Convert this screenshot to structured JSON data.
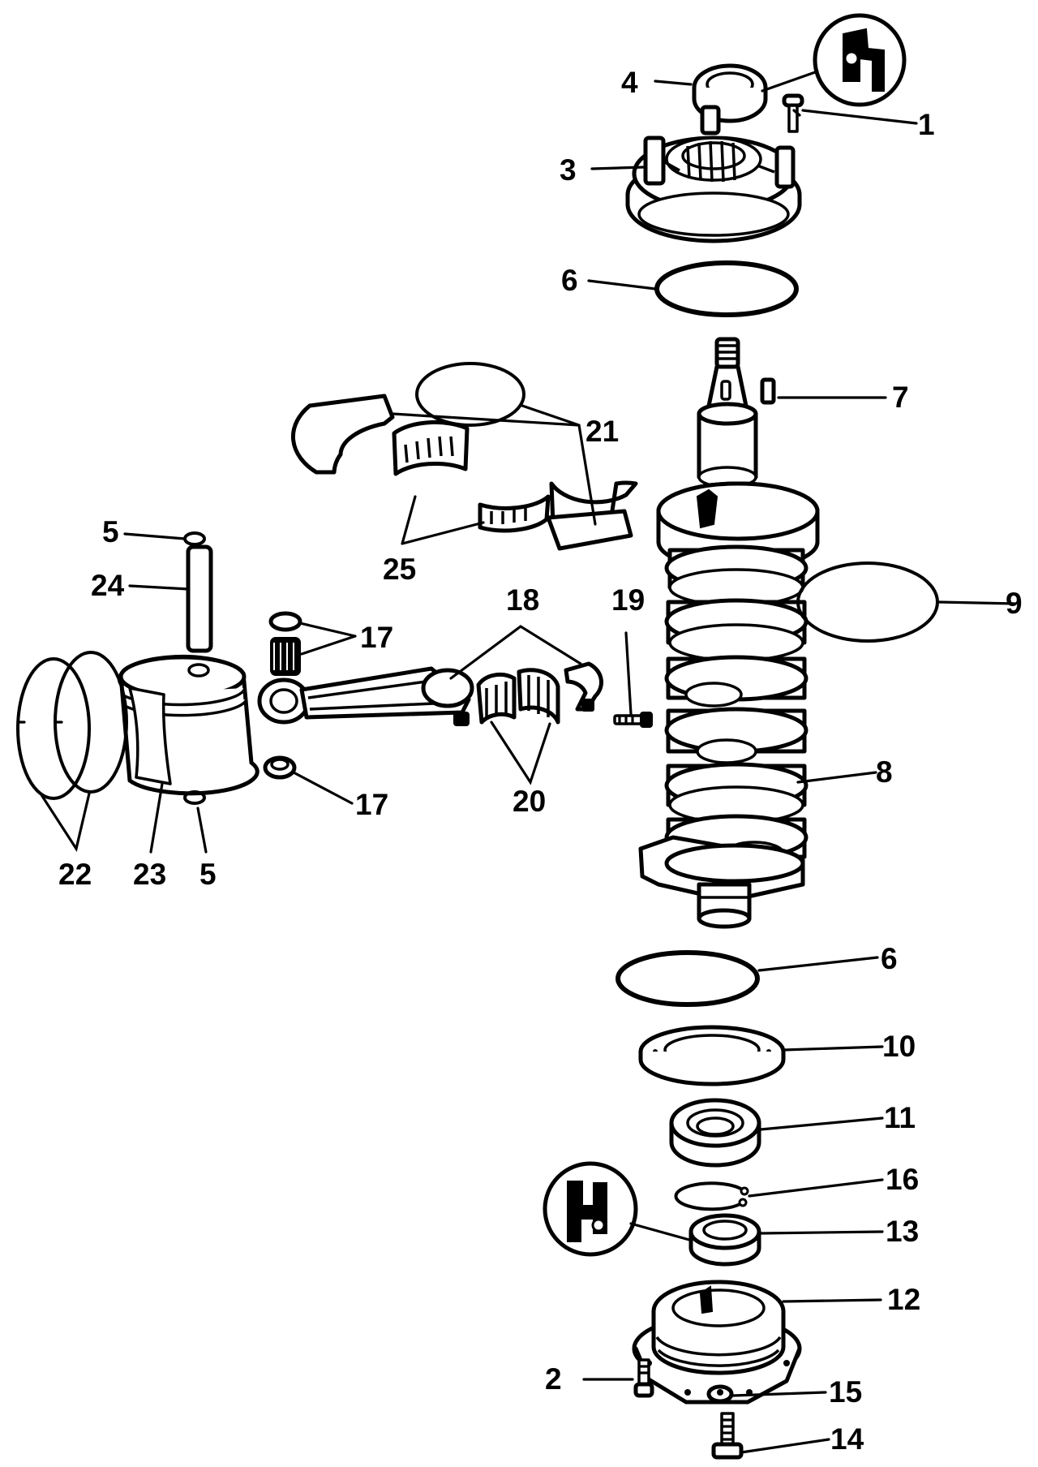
{
  "callouts": {
    "c1": "1",
    "c2": "2",
    "c3": "3",
    "c4": "4",
    "c5a": "5",
    "c5b": "5",
    "c6a": "6",
    "c6b": "6",
    "c7": "7",
    "c8": "8",
    "c9": "9",
    "c10": "10",
    "c11": "11",
    "c12": "12",
    "c13": "13",
    "c14": "14",
    "c15": "15",
    "c16": "16",
    "c17a": "17",
    "c17b": "17",
    "c18": "18",
    "c19": "19",
    "c20": "20",
    "c21": "21",
    "c22": "22",
    "c23": "23",
    "c24": "24",
    "c25": "25"
  },
  "icons": {
    "sealant_top": "sealant-application-icon",
    "sealant_bottom": "sealant-application-icon"
  },
  "colors": {
    "ink": "#000000",
    "paper": "#ffffff"
  }
}
